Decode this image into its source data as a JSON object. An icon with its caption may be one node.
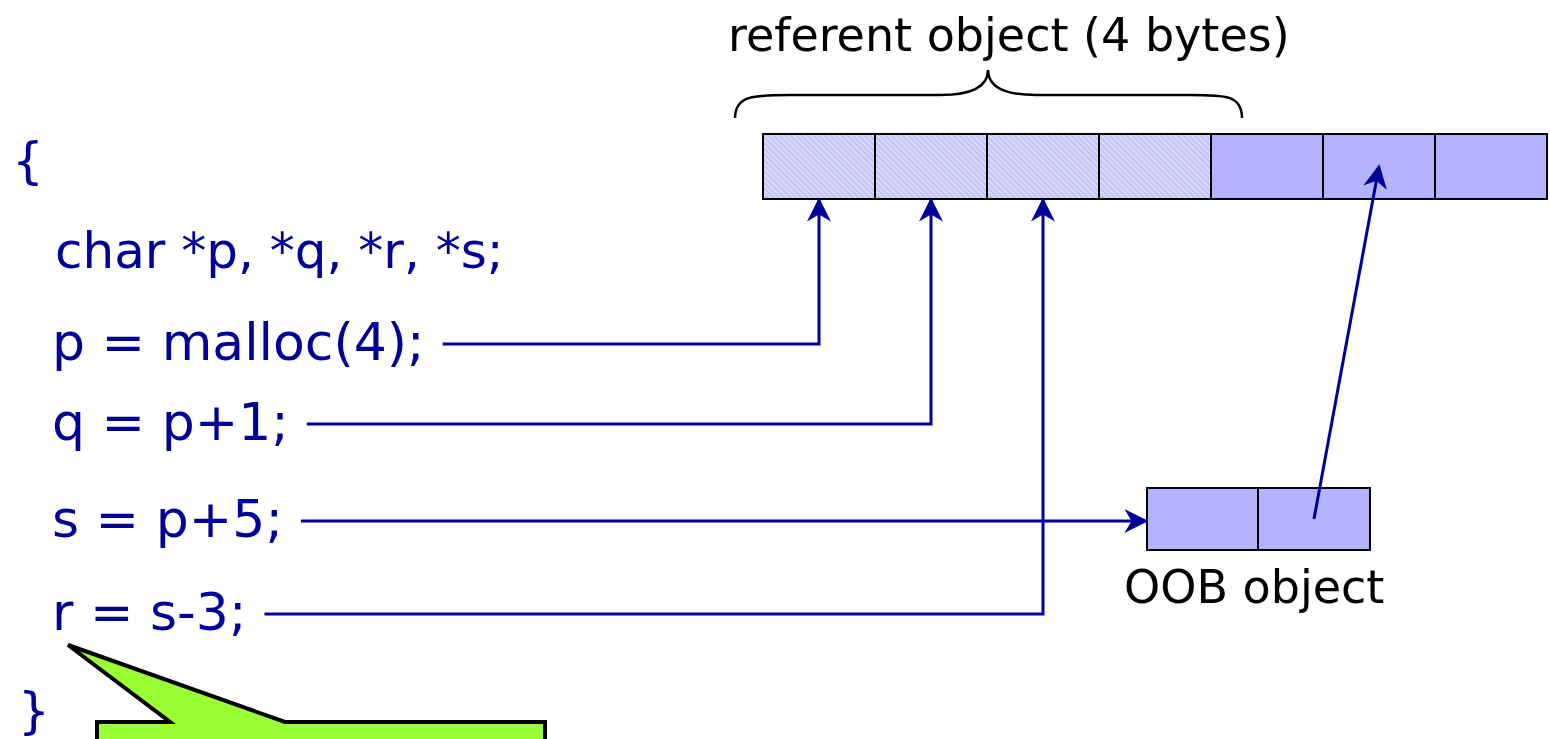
{
  "diagram": {
    "nodes": [
      {
        "text": [
          "p = malloc(4);"
        ]
      },
      {
        "text": [
          "q = p+1;"
        ]
      },
      {
        "text": [
          "s = p+5;"
        ]
      },
      {
        "text": [
          "r = s-3;"
        ]
      },
      {
        "text": [],
        "shape": "bar"
      },
      {
        "text": [],
        "shape": "box",
        "in": 4
      },
      {
        "text": [],
        "shape": "box",
        "in": 4
      },
      {
        "text": [],
        "shape": "box",
        "in": 4
      },
      {
        "text": [],
        "shape": "box",
        "in": 4
      },
      {
        "text": [],
        "shape": "box",
        "in": 4
      },
      {
        "text": [],
        "shape": "box",
        "in": 4
      },
      {
        "text": [],
        "shape": "box",
        "in": 4
      },
      {
        "text": [
          "OOB object"
        ]
      },
      {
        "text": [],
        "shape": "box",
        "in": 12
      },
      {
        "text": [],
        "shape": "box",
        "in": 12
      },
      {
        "text": [],
        "shape": "callout"
      }
    ],
    "edges": [
      {
        "from": 0,
        "to": 5,
        "arrow": "to"
      },
      {
        "from": 1,
        "to": 6,
        "arrow": "to"
      },
      {
        "from": 2,
        "to": 13,
        "arrow": "to"
      },
      {
        "from": 3,
        "to": 7,
        "arrow": "to"
      },
      {
        "from": 14,
        "to": 10,
        "arrow": "to"
      }
    ],
    "labels": [
      "referent object (4 bytes)",
      "{",
      "char *p, *q, *r, *s;",
      "}"
    ]
  }
}
